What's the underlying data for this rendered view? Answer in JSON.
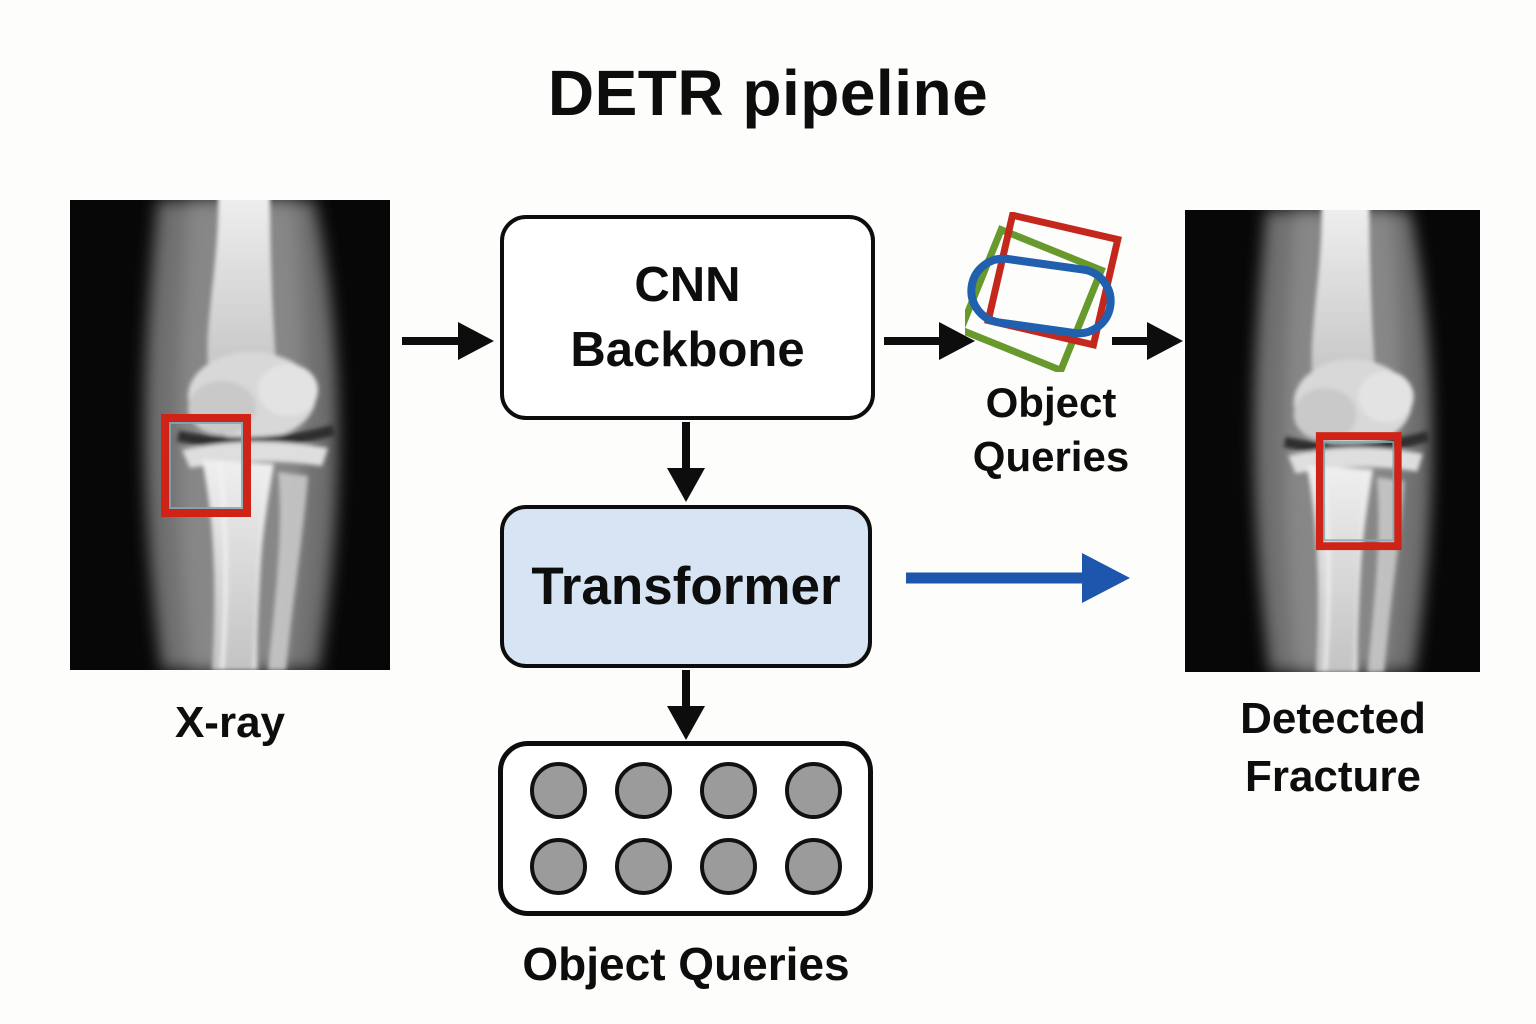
{
  "title": "DETR pipeline",
  "pipeline": {
    "cnn": {
      "line1": "CNN",
      "line2": "Backbone"
    },
    "transformer": {
      "label": "Transformer"
    },
    "object_queries_icon": {
      "label": "Object Queries"
    },
    "object_queries_box": {
      "label": "Object Queries",
      "circle_count": 8
    }
  },
  "figures": {
    "input": {
      "caption": "X-ray"
    },
    "output": {
      "caption": "Detected Fracture"
    }
  },
  "colors": {
    "arrow_black": "#0d0d0d",
    "accent_arrow_blue": "#1e56ad",
    "transformer_fill": "#d7e4f4",
    "bbox_red": "#cf2318",
    "bbox_inner_teal": "#7fa8b4",
    "query_green": "#68992c",
    "query_red": "#c4281c",
    "query_blue": "#2060ae",
    "circle_gray": "#9b9b9b"
  }
}
